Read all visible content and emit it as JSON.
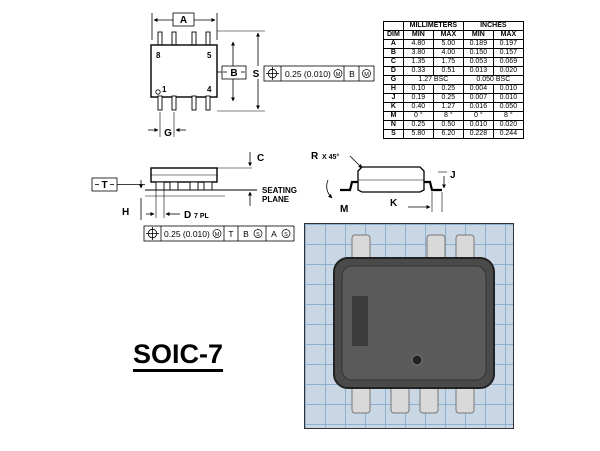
{
  "title": "SOIC-7",
  "top_view": {
    "label_a": "A",
    "label_b": "B",
    "label_s": "S",
    "label_g": "G",
    "pin_8": "8",
    "pin_5": "5",
    "pin_1": "1",
    "pin_4": "4",
    "fcf_tolerance": "0.25 (0.010)",
    "fcf_modifier": "M",
    "fcf_datum": "B",
    "fcf_datum_modifier": "M"
  },
  "side_view": {
    "label_t": "T",
    "label_c": "C",
    "label_h": "H",
    "label_d": "D",
    "label_d_note": "7 PL",
    "seating_plane_line1": "SEATING",
    "seating_plane_line2": "PLANE",
    "fcf_tolerance": "0.25 (0.010)",
    "fcf_modifier": "M",
    "fcf_datum_1": "T",
    "fcf_datum_2": "B",
    "fcf_datum_2_modifier": "S",
    "fcf_datum_3": "A",
    "fcf_datum_3_modifier": "S"
  },
  "end_view": {
    "label_r": "R",
    "label_r_note": "X 45°",
    "label_j": "J",
    "label_k": "K",
    "label_m": "M"
  },
  "table": {
    "header_mm": "MILLIMETERS",
    "header_in": "INCHES",
    "col_dim": "DIM",
    "col_min": "MIN",
    "col_max": "MAX",
    "col_min2": "MIN",
    "col_max2": "MAX",
    "rows": [
      {
        "dim": "A",
        "mm_min": "4.80",
        "mm_max": "5.00",
        "in_min": "0.189",
        "in_max": "0.197"
      },
      {
        "dim": "B",
        "mm_min": "3.80",
        "mm_max": "4.00",
        "in_min": "0.150",
        "in_max": "0.157"
      },
      {
        "dim": "C",
        "mm_min": "1.35",
        "mm_max": "1.75",
        "in_min": "0.053",
        "in_max": "0.069"
      },
      {
        "dim": "D",
        "mm_min": "0.33",
        "mm_max": "0.51",
        "in_min": "0.013",
        "in_max": "0.020"
      },
      {
        "dim": "G",
        "mm_span": "1.27 BSC",
        "in_span": "0.050 BSC"
      },
      {
        "dim": "H",
        "mm_min": "0.10",
        "mm_max": "0.25",
        "in_min": "0.004",
        "in_max": "0.010"
      },
      {
        "dim": "J",
        "mm_min": "0.19",
        "mm_max": "0.25",
        "in_min": "0.007",
        "in_max": "0.010"
      },
      {
        "dim": "K",
        "mm_min": "0.40",
        "mm_max": "1.27",
        "in_min": "0.016",
        "in_max": "0.050"
      },
      {
        "dim": "M",
        "mm_min": "0 °",
        "mm_max": "8 °",
        "in_min": "0 °",
        "in_max": "8 °"
      },
      {
        "dim": "N",
        "mm_min": "0.25",
        "mm_max": "0.50",
        "in_min": "0.010",
        "in_max": "0.020"
      },
      {
        "dim": "S",
        "mm_min": "5.80",
        "mm_max": "6.20",
        "in_min": "0.228",
        "in_max": "0.244"
      }
    ]
  },
  "photo": {
    "grid_color": "#8fb0cf",
    "background_color": "#c9d6e3",
    "body_color": "#4a4a4a",
    "lead_color": "#d9d9d9"
  }
}
